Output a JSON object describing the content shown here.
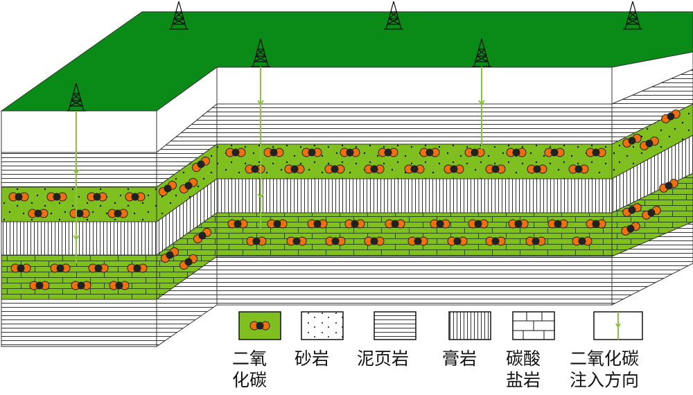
{
  "colors": {
    "surface": "#0a8a17",
    "co2_layer": "#7fbf1f",
    "carbon": "#222222",
    "oxygen": "#f07010",
    "arrow": "#8ac43a"
  },
  "legend": [
    {
      "key": "co2",
      "lines": [
        "二氧",
        "化碳"
      ]
    },
    {
      "key": "sandstone",
      "lines": [
        "砂岩"
      ]
    },
    {
      "key": "shale",
      "lines": [
        "泥页岩"
      ]
    },
    {
      "key": "gypsum",
      "lines": [
        "膏岩"
      ]
    },
    {
      "key": "carbonate",
      "lines": [
        "碳酸",
        "盐岩"
      ]
    },
    {
      "key": "injection",
      "lines": [
        "二氧化碳",
        "注入方向"
      ]
    }
  ]
}
